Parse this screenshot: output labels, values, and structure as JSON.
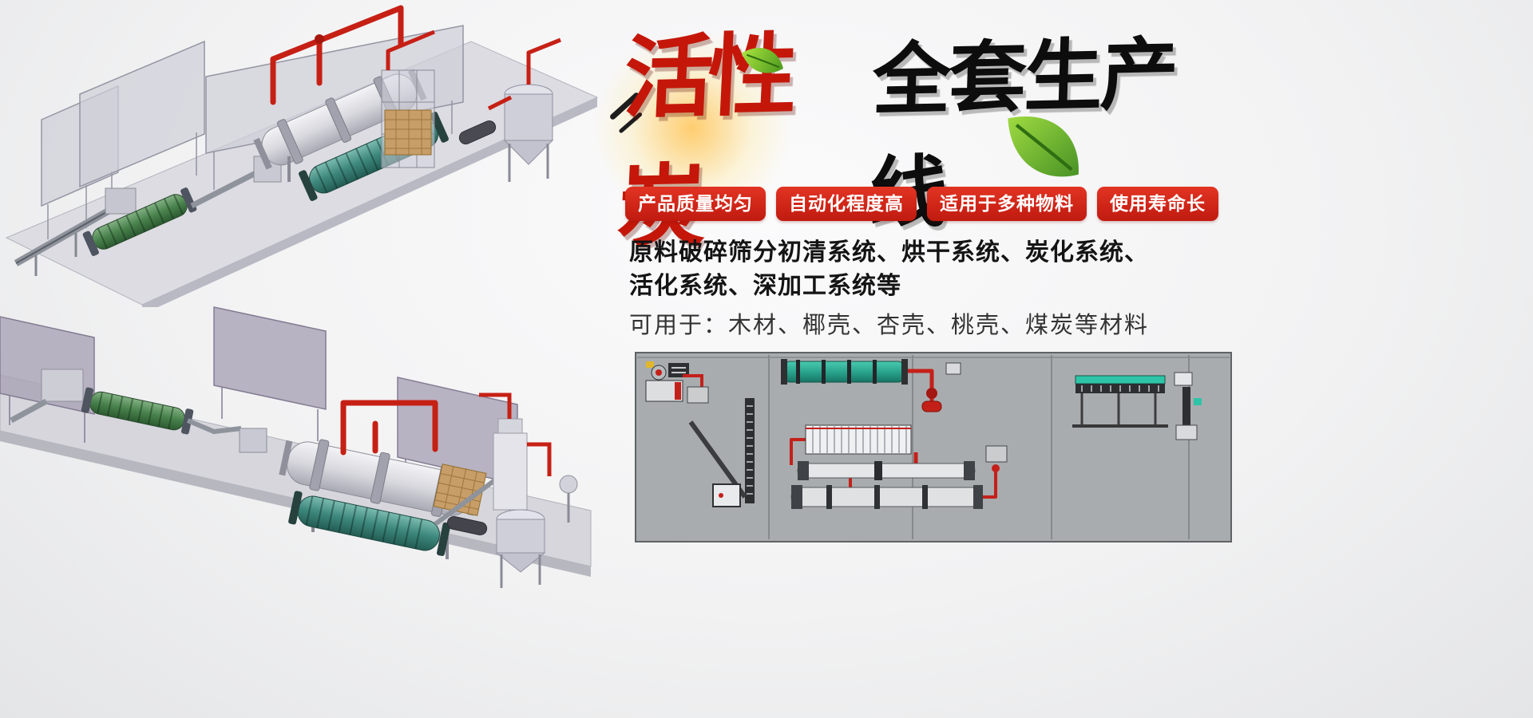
{
  "hero": {
    "title_red": "活性炭",
    "title_black": "全套生产线",
    "badges": [
      "产品质量均匀",
      "自动化程度高",
      "适用于多种物料",
      "使用寿命长"
    ],
    "description": {
      "line1": "原料破碎筛分初清系统、烘干系统、炭化系统、",
      "line2": "活化系统、深加工系统等",
      "line3": "可用于：木材、椰壳、杏壳、桃壳、煤炭等材料"
    }
  },
  "colors": {
    "badge_red": "#d0231a",
    "title_red": "#c4170a",
    "title_black": "#0d0d0d",
    "leaf_green": "#55a82c",
    "pipe_red": "#c62015",
    "drum_teal": "#3d877c",
    "drum_green": "#49824c",
    "diagram_bg": "#a9acae",
    "background": "#f2f2f3"
  }
}
